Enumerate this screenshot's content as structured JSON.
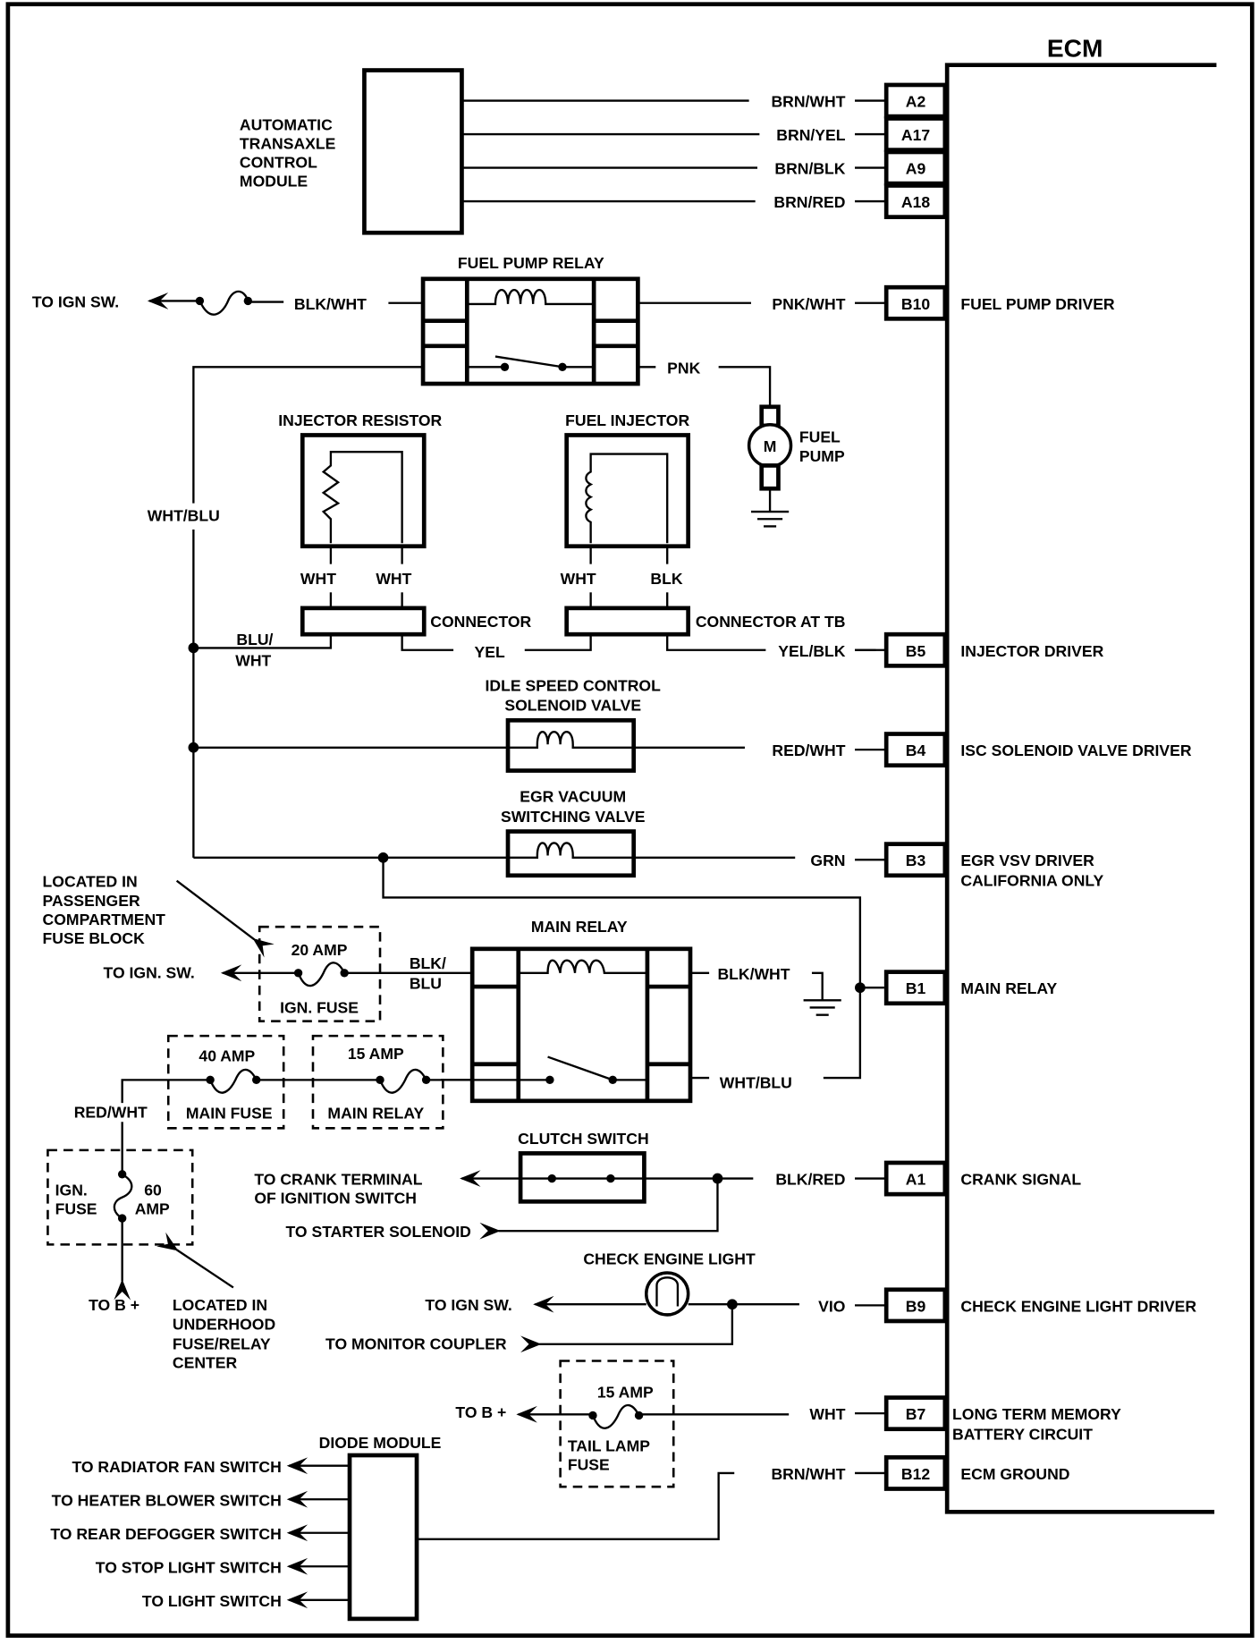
{
  "diagram": {
    "title": "ECM",
    "ecm_pins": [
      {
        "pin": "A2",
        "wire": "BRN/WHT",
        "function": ""
      },
      {
        "pin": "A17",
        "wire": "BRN/YEL",
        "function": ""
      },
      {
        "pin": "A9",
        "wire": "BRN/BLK",
        "function": ""
      },
      {
        "pin": "A18",
        "wire": "BRN/RED",
        "function": ""
      },
      {
        "pin": "B10",
        "wire": "PNK/WHT",
        "function": "FUEL PUMP DRIVER"
      },
      {
        "pin": "B5",
        "wire": "YEL/BLK",
        "function": "INJECTOR DRIVER"
      },
      {
        "pin": "B4",
        "wire": "RED/WHT",
        "function": "ISC SOLENOID VALVE DRIVER"
      },
      {
        "pin": "B3",
        "wire": "GRN",
        "function": [
          "EGR VSV DRIVER",
          "CALIFORNIA ONLY"
        ]
      },
      {
        "pin": "B1",
        "wire": "",
        "function": "MAIN RELAY"
      },
      {
        "pin": "A1",
        "wire": "BLK/RED",
        "function": "CRANK SIGNAL"
      },
      {
        "pin": "B9",
        "wire": "VIO",
        "function": "CHECK ENGINE LIGHT DRIVER"
      },
      {
        "pin": "B7",
        "wire": "WHT",
        "function": [
          "LONG TERM MEMORY",
          "BATTERY CIRCUIT"
        ]
      },
      {
        "pin": "B12",
        "wire": "BRN/WHT",
        "function": "ECM GROUND"
      }
    ],
    "components": {
      "atcm": [
        "AUTOMATIC",
        "TRANSAXLE",
        "CONTROL",
        "MODULE"
      ],
      "fuel_pump_relay": "FUEL PUMP RELAY",
      "fuel_pump": {
        "symbol": "M",
        "label": [
          "FUEL",
          "PUMP"
        ]
      },
      "injector_resistor": "INJECTOR RESISTOR",
      "fuel_injector": "FUEL INJECTOR",
      "connector": "CONNECTOR",
      "connector_tb": "CONNECTOR AT TB",
      "isc_valve": [
        "IDLE SPEED CONTROL",
        "SOLENOID VALVE"
      ],
      "egr_valve": [
        "EGR VACUUM",
        "SWITCHING VALVE"
      ],
      "main_relay": "MAIN RELAY",
      "clutch_switch": "CLUTCH SWITCH",
      "check_engine_light": "CHECK ENGINE LIGHT",
      "diode_module": "DIODE MODULE"
    },
    "fuses": {
      "ign_fuse_20": {
        "rating": "20 AMP",
        "name": "IGN. FUSE"
      },
      "main_fuse": {
        "rating": "40 AMP",
        "name": "MAIN FUSE"
      },
      "main_relay_fuse": {
        "rating": "15 AMP",
        "name": "MAIN RELAY"
      },
      "ign_fuse_60": {
        "name": [
          "IGN.",
          "FUSE"
        ],
        "rating": [
          "60",
          "AMP"
        ]
      },
      "tail_lamp": {
        "rating": "15 AMP",
        "name": [
          "TAIL LAMP",
          "FUSE"
        ]
      }
    },
    "wires": {
      "blk_wht": "BLK/WHT",
      "pnk": "PNK",
      "wht_blu": "WHT/BLU",
      "wht": "WHT",
      "blk": "BLK",
      "blu_wht": [
        "BLU/",
        "WHT"
      ],
      "yel": "YEL",
      "blk_blu": [
        "BLK/",
        "BLU"
      ],
      "main_blk_wht": "BLK/WHT",
      "main_wht_blu": "WHT/BLU",
      "red_wht": "RED/WHT"
    },
    "destinations": {
      "to_ign_sw_1": "TO IGN SW.",
      "to_ign_sw_2": "TO IGN. SW.",
      "to_b_plus_1": "TO B +",
      "to_crank": [
        "TO CRANK TERMINAL",
        "OF IGNITION SWITCH"
      ],
      "to_starter": "TO STARTER SOLENOID",
      "to_ign_sw_3": "TO IGN SW.",
      "to_monitor": "TO MONITOR COUPLER",
      "to_b_plus_2": "TO B +",
      "diode_outputs": [
        "TO RADIATOR FAN SWITCH",
        "TO HEATER BLOWER SWITCH",
        "TO REAR DEFOGGER SWITCH",
        "TO STOP LIGHT SWITCH",
        "TO LIGHT SWITCH"
      ]
    },
    "notes": {
      "passenger": [
        "LOCATED IN",
        "PASSENGER",
        "COMPARTMENT",
        "FUSE BLOCK"
      ],
      "underhood": [
        "LOCATED IN",
        "UNDERHOOD",
        "FUSE/RELAY",
        "CENTER"
      ]
    }
  }
}
